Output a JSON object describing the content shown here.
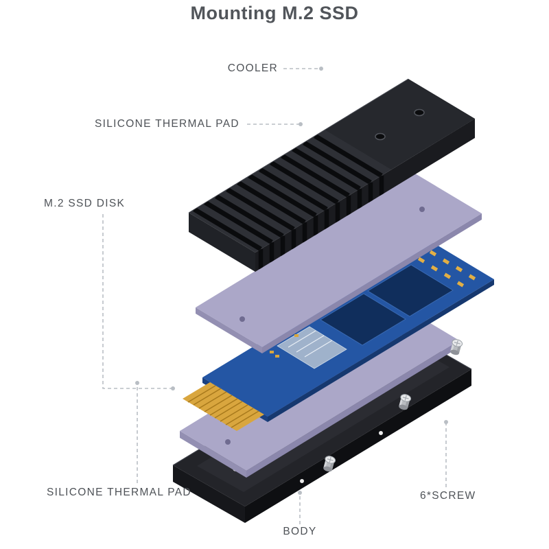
{
  "page": {
    "title": "Mounting M.2 SSD"
  },
  "labels": {
    "cooler": "COOLER",
    "thermal_pad_top": "SILICONE THERMAL PAD",
    "ssd_disk": "M.2 SSD DISK",
    "thermal_pad_bottom": "SILICONE THERMAL PAD",
    "screws": "6*SCREW",
    "body": "BODY"
  },
  "colors": {
    "title-text": "#51555a",
    "label-text": "#4e5257",
    "leader": "#b9bec4",
    "heatsink-top": "#2e3036",
    "heatsink-fin": "#0a0b0d",
    "heatsink-plateau": "#26282d",
    "heatsink-front": "#1a1b1f",
    "heatsink-left": "#202227",
    "pad-top": "#aba7c8",
    "pad-front": "#8b87ac",
    "pad-left": "#938fb2",
    "pad-hole": "#6f6b90",
    "pcb-top": "#2456a4",
    "pcb-front": "#16386f",
    "pcb-left": "#1a4080",
    "chip-dark": "#102e5c",
    "chip-stroke": "#3a6ab2",
    "controller": "#9fb2cb",
    "gold": "#d9a63e",
    "gold-dark": "#a87a1c",
    "gold-pad": "#e2af45",
    "body-top": "#232429",
    "body-floor": "#2b2c32",
    "body-front": "#0e0f12",
    "body-left": "#16171b",
    "screw-cap": "#e9eaec",
    "screw-shaft": "#b9bcc0"
  }
}
